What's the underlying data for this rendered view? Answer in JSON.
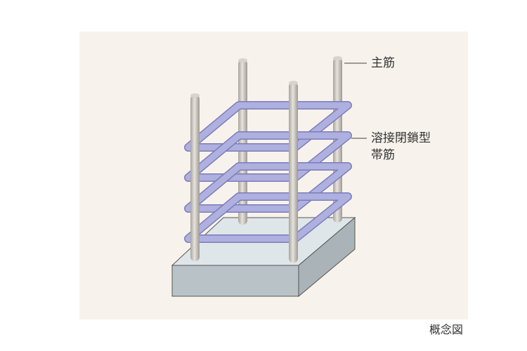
{
  "labels": {
    "main_rebar": "主筋",
    "hoop_line1": "溶接閉鎖型",
    "hoop_line2": "帯筋"
  },
  "caption": "概念図",
  "colors": {
    "panel": "#f7f3ec",
    "rebar": "#cfcac4",
    "hoop": "#aeb0e0",
    "hoop_outline": "#7c7cb8",
    "slab_front": "#b9c2c6",
    "slab_top": "#dfe6ea",
    "slab_side": "#a9b3b8"
  }
}
